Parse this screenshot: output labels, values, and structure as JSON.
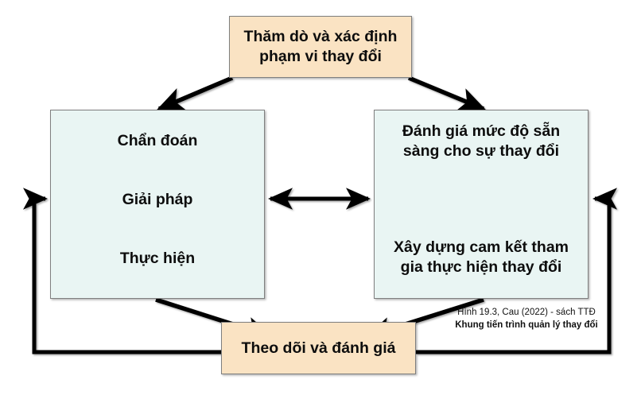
{
  "diagram": {
    "title_caption_line1": "Hình 19.3, Cau (2022) - sách TTĐ",
    "title_caption_line2": "Khung tiến trình quản lý thay đổi",
    "colors": {
      "cream_fill": "#fae3c3",
      "mint_fill": "#e9f5f3",
      "border": "#7f7f7f",
      "arrow": "#000000",
      "text": "#0d0d0d",
      "background": "#ffffff"
    },
    "nodes": {
      "explore": {
        "label": "Thăm dò và xác định\nphạm vi thay đổi",
        "fill": "cream"
      },
      "monitor": {
        "label": "Theo dõi và đánh giá",
        "fill": "cream"
      },
      "left_box": {
        "fill": "mint",
        "items": [
          {
            "label": "Chẩn đoán"
          },
          {
            "label": "Giải pháp"
          },
          {
            "label": "Thực hiện"
          }
        ]
      },
      "right_box": {
        "fill": "mint",
        "items": [
          {
            "label": "Đánh giá mức độ sẵn\nsàng cho sự thay đổi"
          },
          {
            "label": "Xây dựng cam kết tham\ngia thực hiện thay đổi"
          }
        ]
      }
    },
    "connectors": [
      {
        "name": "explore-to-left",
        "type": "arrow-single",
        "from": "explore",
        "to": "left_box"
      },
      {
        "name": "explore-to-right",
        "type": "arrow-single",
        "from": "explore",
        "to": "right_box"
      },
      {
        "name": "left-to-right",
        "type": "arrow-double",
        "from": "left_box",
        "to": "right_box"
      },
      {
        "name": "left-to-monitor",
        "type": "arrow-single",
        "from": "left_box",
        "to": "monitor"
      },
      {
        "name": "right-to-monitor",
        "type": "arrow-single",
        "from": "right_box",
        "to": "monitor"
      },
      {
        "name": "monitor-feedback-left",
        "type": "arrow-single-elbow",
        "from": "monitor",
        "to": "left_box"
      },
      {
        "name": "monitor-feedback-right",
        "type": "arrow-single-elbow",
        "from": "monitor",
        "to": "right_box"
      },
      {
        "name": "diagnose-solution",
        "type": "arrow-double-vertical",
        "from": "Chẩn đoán",
        "to": "Giải pháp"
      },
      {
        "name": "solution-implement",
        "type": "arrow-double-vertical",
        "from": "Giải pháp",
        "to": "Thực hiện"
      },
      {
        "name": "readiness-commitment",
        "type": "arrow-double-vertical",
        "from": "Đánh giá mức độ sẵn sàng cho sự thay đổi",
        "to": "Xây dựng cam kết tham gia thực hiện thay đổi"
      }
    ]
  }
}
